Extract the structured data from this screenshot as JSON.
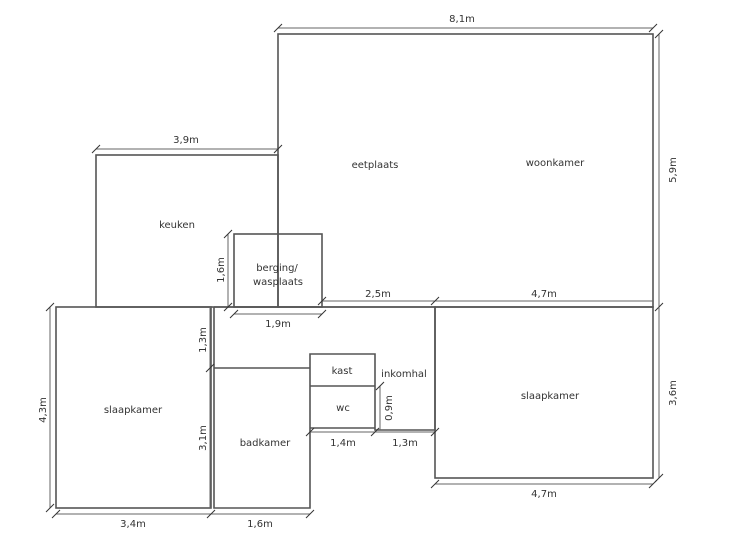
{
  "rooms": {
    "eetplaats": "eetplaats",
    "woonkamer": "woonkamer",
    "keuken": "keuken",
    "berging_line1": "berging/",
    "berging_line2": "wasplaats",
    "slaapkamer_left": "slaapkamer",
    "badkamer": "badkamer",
    "kast": "kast",
    "wc": "wc",
    "inkomhal": "inkomhal",
    "slaapkamer_right": "slaapkamer"
  },
  "dimensions": {
    "living_width": "8,1m",
    "living_height": "5,9m",
    "kitchen_width": "3,9m",
    "berging_height": "1,6m",
    "berging_width": "1,9m",
    "hall_top": "2,5m",
    "right_bedroom_top": "4,7m",
    "left_bedroom_height": "4,3m",
    "left_bedroom_width": "3,4m",
    "corridor_height": "1,3m",
    "bathroom_height": "3,1m",
    "bathroom_width": "1,6m",
    "wc_width": "1,4m",
    "wc_height": "0,9m",
    "hall_width": "1,3m",
    "right_bedroom_height": "3,6m",
    "right_bedroom_bottom": "4,7m"
  }
}
